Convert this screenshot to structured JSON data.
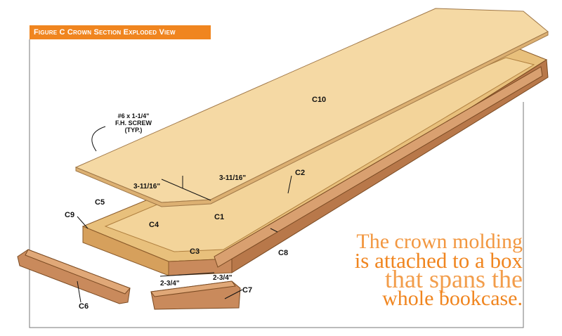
{
  "figure_title": "Figure C  Crown Section Exploded View",
  "labels": {
    "c1": "C1",
    "c2": "C2",
    "c3": "C3",
    "c4": "C4",
    "c5": "C5",
    "c6": "C6",
    "c7": "C7",
    "c8": "C8",
    "c9": "C9",
    "c10": "C10"
  },
  "screw_note": [
    "#6 x 1-1/4\"",
    "F.H. SCREW",
    "(TYP.)"
  ],
  "dimensions": {
    "top_left": "3-11/16\"",
    "top_right": "3-11/16\"",
    "bottom_left": "2-3/4\"",
    "bottom_right": "2-3/4\""
  },
  "caption": [
    "The crown molding",
    "is attached to a box",
    "that spans the",
    "whole bookcase."
  ],
  "colors": {
    "accent": "#f0851f",
    "wood_light": "#f3d49a",
    "wood_mid": "#e2b56e",
    "molding": "#c98a5c"
  }
}
